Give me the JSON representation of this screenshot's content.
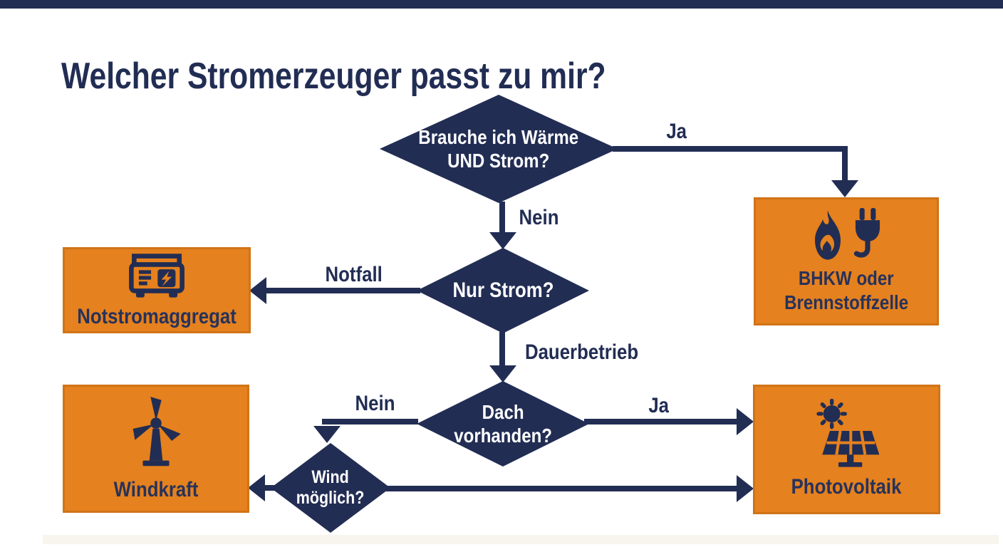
{
  "title": "Welcher Stromerzeuger passt zu mir?",
  "colors": {
    "navy": "#222d54",
    "orange": "#e5811e",
    "text_on_orange": "#27325b",
    "background": "#ffffff"
  },
  "decisions": {
    "q1": {
      "line1": "Brauche ich Wärme",
      "line2": "UND Strom?"
    },
    "q2": {
      "line1": "Nur Strom?"
    },
    "q3": {
      "line1": "Dach",
      "line2": "vorhanden?"
    },
    "q4": {
      "line1": "Wind",
      "line2": "möglich?"
    }
  },
  "edge_labels": {
    "q1_yes": "Ja",
    "q1_no": "Nein",
    "q2_emergency": "Notfall",
    "q2_continuous": "Dauerbetrieb",
    "q3_yes": "Ja",
    "q3_no": "Nein"
  },
  "results": {
    "emergency_generator": {
      "label": "Notstromaggregat",
      "icon": "generator-icon"
    },
    "chp_fuel_cell": {
      "line1": "BHKW oder",
      "line2": "Brennstoffzelle",
      "icon": "flame-plug-icon"
    },
    "wind_power": {
      "label": "Windkraft",
      "icon": "wind-turbine-icon"
    },
    "photovoltaic": {
      "label": "Photovoltaik",
      "icon": "sun-solar-panel-icon"
    }
  }
}
